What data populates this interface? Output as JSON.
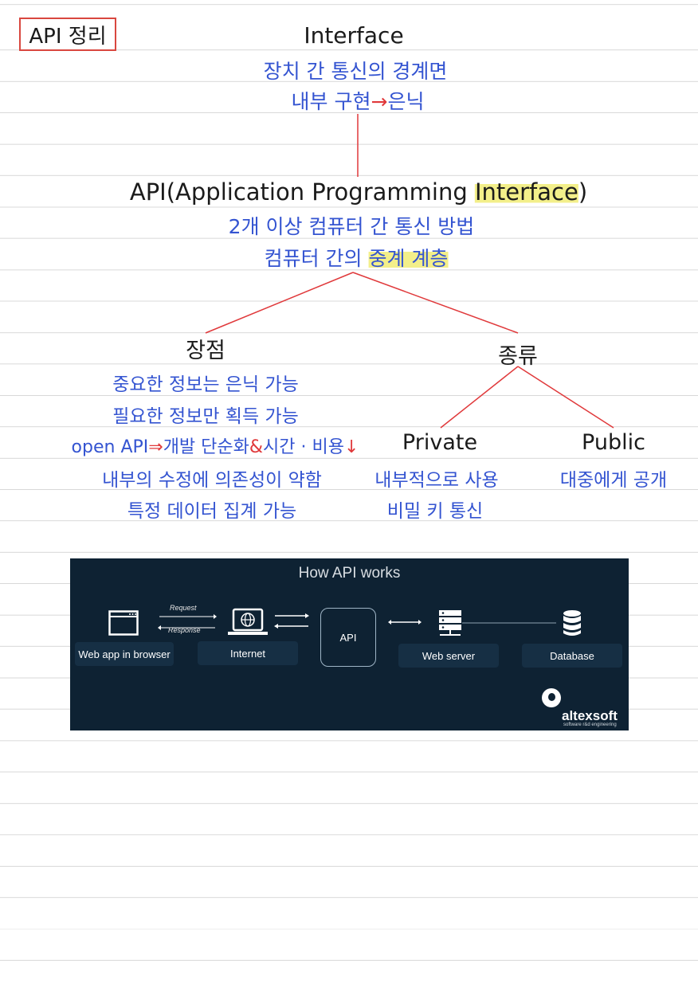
{
  "note": {
    "title": "API 정리",
    "interface": {
      "heading": "Interface",
      "line1": "장치 간 통신의 경계면",
      "line2_a": "내부 구현",
      "line2_arrow": "→",
      "line2_b": "은닉"
    },
    "api": {
      "heading_prefix": "API(Application Programming ",
      "heading_highlight": "Interface",
      "heading_suffix": ")",
      "line1": "2개 이상 컴퓨터 간 통신 방법",
      "line2_a": "컴퓨터 간의 ",
      "line2_highlight": "중계 계층"
    },
    "pros": {
      "heading": "장점",
      "items": [
        "중요한 정보는 은닉 가능",
        "필요한 정보만 획득 가능",
        "내부의 수정에 의존성이 약함",
        "특정 데이터 집계 가능"
      ],
      "open_api": {
        "label": "open API",
        "arrow": "⇒",
        "text1": "개발 단순화",
        "amp": "&",
        "text2": "시간 · 비용",
        "down": "↓"
      }
    },
    "kinds": {
      "heading": "종류",
      "private": {
        "heading": "Private",
        "items": [
          "내부적으로 사용",
          "비밀 키 통신"
        ]
      },
      "public": {
        "heading": "Public",
        "items": [
          "대중에게 공개"
        ]
      }
    }
  },
  "diagram": {
    "title": "How API works",
    "web_app_label": "Web app in browser",
    "internet_label": "Internet",
    "api_label": "API",
    "web_server_label": "Web server",
    "database_label": "Database",
    "request_label": "Request",
    "response_label": "Response",
    "logo": {
      "name": "altexsoft",
      "tagline": "software r&d engineering"
    }
  }
}
